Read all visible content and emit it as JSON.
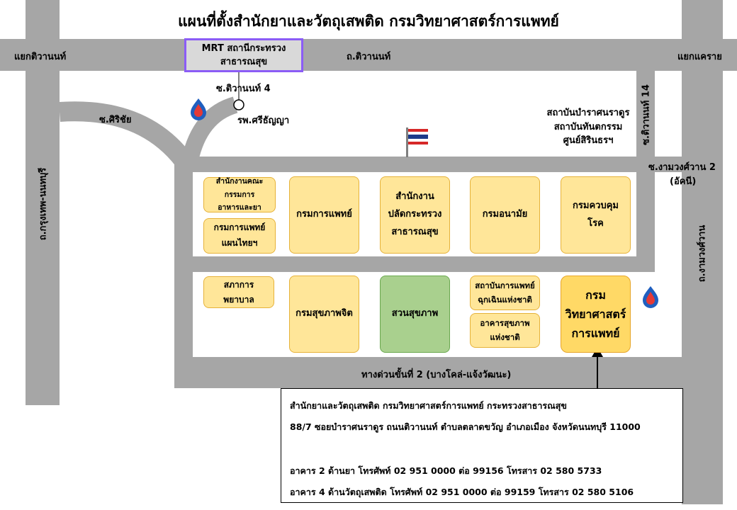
{
  "title": "แผนที่ตั้งสำนักยาและวัตถุเสพติด กรมวิทยาศาสตร์การแพทย์",
  "roads": {
    "top_left_junction": "แยกติวานนท์",
    "top_right_junction": "แยกแคราย",
    "tiwanon_road": "ถ.ติวานนท์",
    "krungthep_nonthaburi": "ถ.กรุงเทพ-นนทบุรี",
    "ngamwongwan_road": "ถ.งามวงศ์วาน",
    "soi_tiwanon_4": "ซ.ติวานนท์ 4",
    "soi_sirichai": "ซ.ศิริชัย",
    "soi_tiwanon_14": "ซ.ติวานนท์ 14",
    "soi_ngamwongwan_2": "ซ.งามวงศ์วาน 2",
    "soi_ngamwongwan_2_sub": "(อัคนี)",
    "expressway": "ทางด่วนขั้นที่ 2 (บางโคล่-แจ้งวัฒนะ)"
  },
  "mrt": {
    "line1": "MRT สถานีกระทรวง",
    "line2": "สาธารณสุข"
  },
  "hospital": "รพ.ศรีธัญญา",
  "institutes": {
    "line1": "สถาบันบำราศนราดูร",
    "line2": "สถาบันทันตกรรม",
    "line3": "ศูนย์สิรินธรฯ"
  },
  "buildings": {
    "fda_line1": "สำนักงานคณะกรรมการ",
    "fda_line2": "อาหารและยา",
    "thai_med_line1": "กรมการแพทย์",
    "thai_med_line2": "แผนไทยฯ",
    "dms": "กรมการแพทย์",
    "ops_line1": "สำนักงาน",
    "ops_line2": "ปลัดกระทรวง",
    "ops_line3": "สาธารณสุข",
    "anamai": "กรมอนามัย",
    "ddc_line1": "กรมควบคุม",
    "ddc_line2": "โรค",
    "nursing_line1": "สภาการ",
    "nursing_line2": "พยาบาล",
    "mental": "กรมสุขภาพจิต",
    "park": "สวนสุขภาพ",
    "emergency_line1": "สถาบันการแพทย์",
    "emergency_line2": "ฉุกเฉินแห่งชาติ",
    "nhco_line1": "อาคารสุขภาพ",
    "nhco_line2": "แห่งชาติ",
    "dmsc_line1": "กรม",
    "dmsc_line2": "วิทยาศาสตร์",
    "dmsc_line3": "การแพทย์"
  },
  "info": {
    "line1": "สำนักยาและวัตถุเสพติด กรมวิทยาศาสตร์การแพทย์  กระทรวงสาธารณสุข",
    "line2": "88/7 ซอยบำราศนราดูร ถนนติวานนท์ ตำบลตลาดขวัญ อำเภอเมือง จังหวัดนนทบุรี 11000",
    "line3": "อาคาร 2 ด้านยา โทรศัพท์ 02 951 0000 ต่อ 99156 โทรสาร 02 580 5733",
    "line4": "อาคาร 4 ด้านวัตถุเสพติด โทรศัพท์ 02 951 0000 ต่อ 99159 โทรสาร 02 580 5106"
  },
  "colors": {
    "road": "#a6a6a6",
    "block_yellow": "#ffe699",
    "block_orange": "#ffd966",
    "park_green": "#a9d08e",
    "mrt_border": "#8b5cf6"
  }
}
